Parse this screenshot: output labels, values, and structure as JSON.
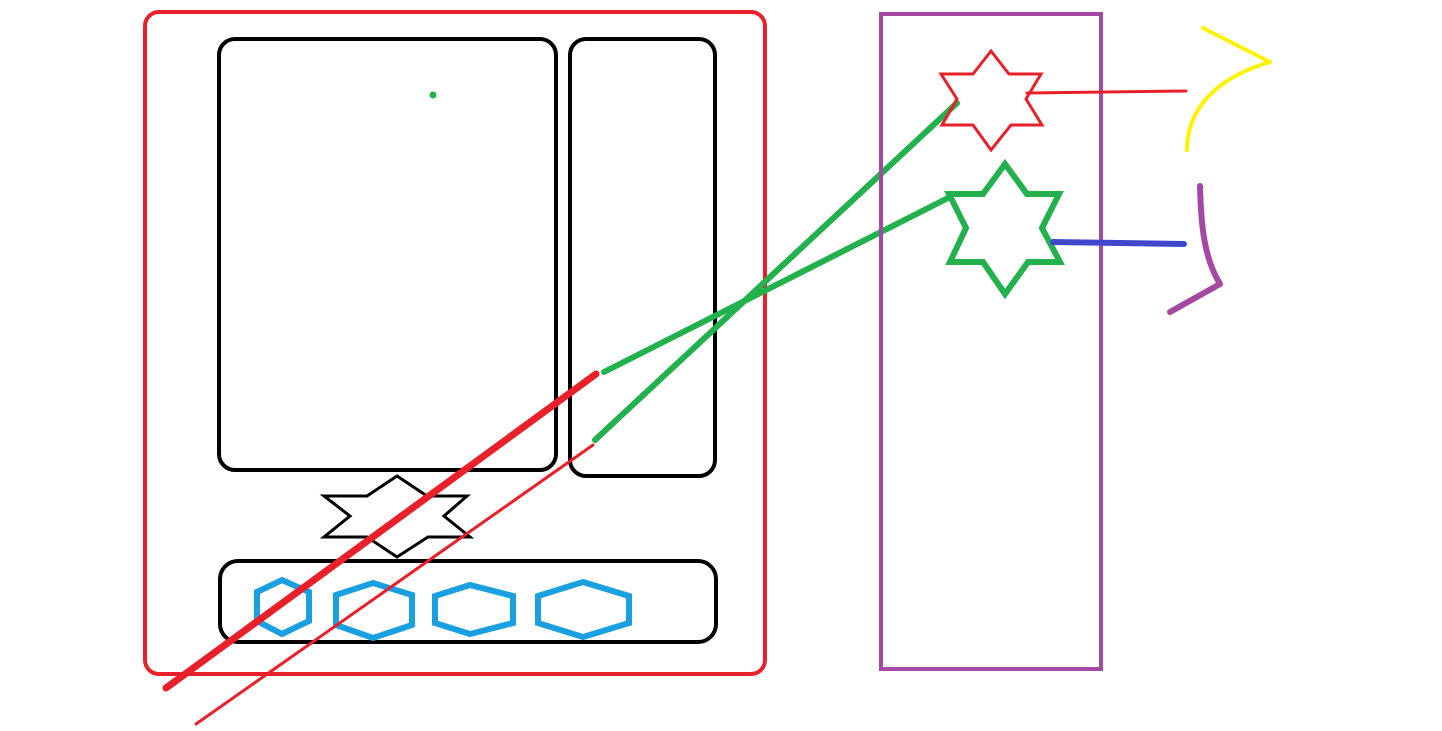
{
  "colors": {
    "background": "#ffffff",
    "red": "#e8202a",
    "black": "#000000",
    "green": "#22b14c",
    "blue_hexagon": "#1aa0e0",
    "purple": "#a349a4",
    "yellow": "#fff200",
    "dark_blue": "#3f48cc"
  },
  "icons": {
    "main_star": "six-point-star-outline",
    "lower_panel_shapes": "hexagon-outline",
    "right_stars": "six-point-star-outline"
  },
  "diagram": {
    "elements": [
      "device-frame",
      "main-panel",
      "side-panel",
      "center-star",
      "bottom-bar",
      "hexagon-button-row",
      "right-column",
      "red-star-node",
      "green-star-node",
      "connector-lines",
      "yellow-curve",
      "purple-bracket",
      "blue-connector"
    ]
  }
}
